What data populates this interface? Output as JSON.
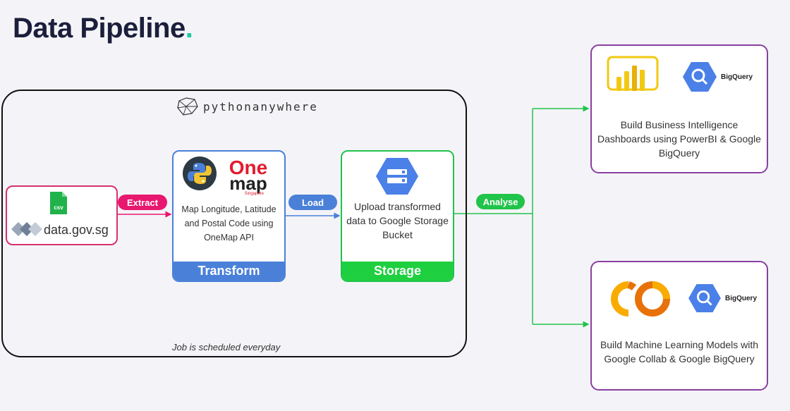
{
  "title": {
    "text": "Data Pipeline",
    "dot": "."
  },
  "pythonanywhere": {
    "brand_a": "python",
    "brand_b": "anywhere"
  },
  "source": {
    "icon_label": "csv",
    "site": "data.gov.sg"
  },
  "steps": {
    "extract": "Extract",
    "load": "Load",
    "analyse": "Analyse"
  },
  "transform": {
    "onemap_top": "One",
    "onemap_bottom": "map",
    "onemap_small": "Singapore",
    "description": "Map Longitude, Latitude and Postal Code using OneMap API",
    "label": "Transform"
  },
  "storage": {
    "description": "Upload transformed data to Google Storage Bucket",
    "label": "Storage"
  },
  "job_note": "Job is scheduled everyday",
  "destinations": {
    "bi": {
      "bq_label": "BigQuery",
      "description": "Build Business Intelligence Dashboards using PowerBI & Google BigQuery"
    },
    "ml": {
      "bq_label": "BigQuery",
      "description": "Build Machine Learning Models with Google Collab & Google BigQuery"
    }
  },
  "colors": {
    "extract": "#e8176f",
    "load": "#4a80d8",
    "analyse": "#21c44a",
    "destination_border": "#8a3fa0",
    "title_dot": "#1fc9a0"
  }
}
